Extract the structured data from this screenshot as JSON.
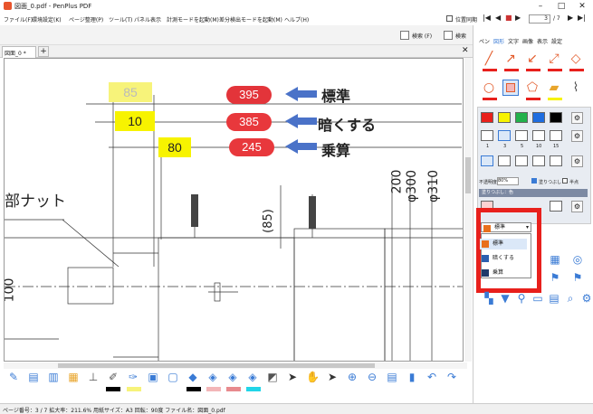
{
  "window": {
    "title": "図面_0.pdf - PenPlus PDF"
  },
  "menu": [
    "ファイル(F)",
    "環境設定(K)",
    "ページ整理(P)",
    "ツール(T)",
    "パネル表示",
    "計測モードを起動(M)",
    "差分検出モードを起動(M)",
    "ヘルプ(H)"
  ],
  "toolbar": {
    "sync_label": "位置同期",
    "page_value": "3",
    "page_total": "/ 7",
    "search_label1": "検索 (F)",
    "search_label2": "検索"
  },
  "tab": {
    "label": "図面_0 *",
    "close": "×",
    "add": "+"
  },
  "annotations": [
    {
      "value": "85",
      "bg": "#f7f37a",
      "fg": "#bbb"
    },
    {
      "value": "10",
      "bg": "#f7f300",
      "fg": "#222"
    },
    {
      "value": "80",
      "bg": "#f7f300",
      "fg": "#222"
    }
  ],
  "badges": [
    "395",
    "385",
    "245"
  ],
  "badge_colors": [
    "#e3343a",
    "#e8383c",
    "#e8383c"
  ],
  "arrow_labels": [
    "標準",
    "暗くする",
    "乗算"
  ],
  "drawing": {
    "nut_text": "部ナット",
    "dim_85": "(85)",
    "dim_200": "200",
    "dim_300": "φ300",
    "dim_310": "φ310",
    "dim_100": "100"
  },
  "panel": {
    "tabs": [
      "ペン",
      "図形",
      "文字",
      "画像",
      "表示",
      "設定"
    ],
    "width_labels": [
      "1",
      "3",
      "5",
      "10",
      "15"
    ],
    "opacity_label": "不透明度",
    "opacity_value": "80%",
    "fill_label": "塗りつぶし",
    "half_label": "半点",
    "fill_color_label": "塗りつぶし：色",
    "blend_selected": "標準",
    "blend_options": [
      "標準",
      "暗くする",
      "乗算"
    ]
  },
  "status": {
    "text": "ページ番号：3 / 7   拡大率：211.6%   用紙サイズ：A3   回転：90度   ファイル名：図面_0.pdf"
  },
  "colors": {
    "highlight": "#e8201c",
    "accent": "#3a7bd5"
  }
}
